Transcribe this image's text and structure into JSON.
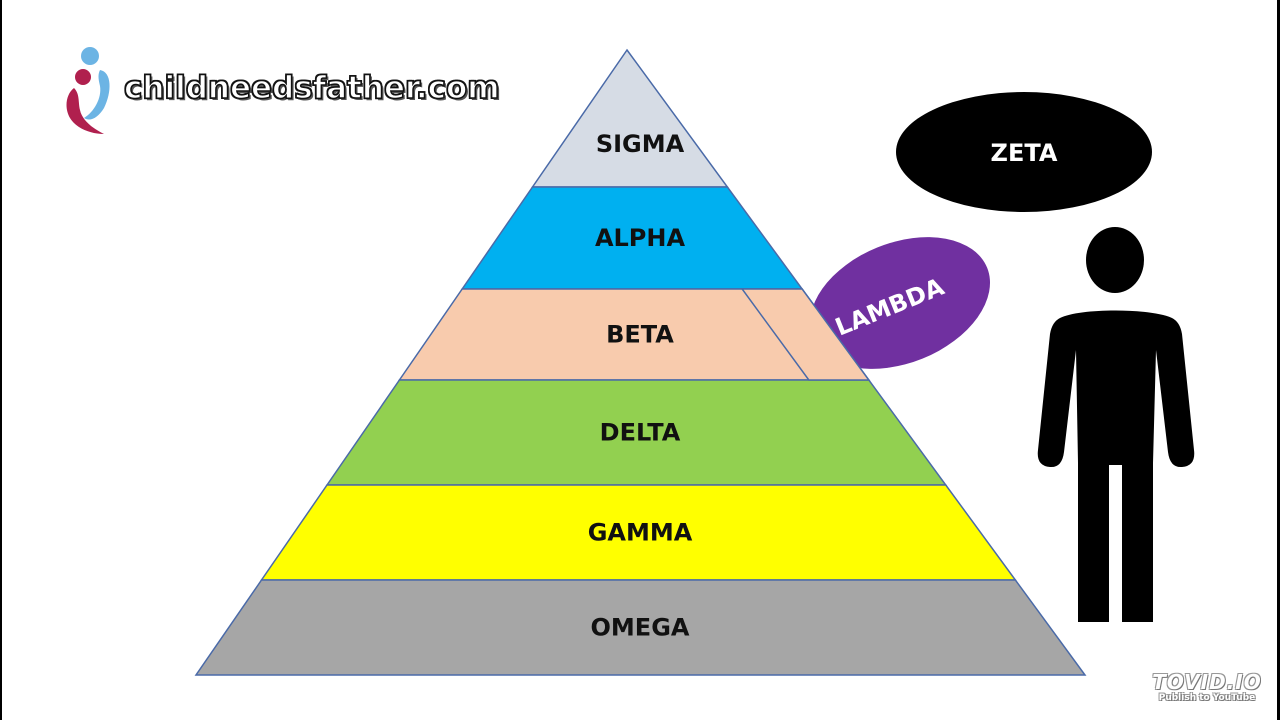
{
  "logo": {
    "text": "childneedsfather.com",
    "colors": {
      "blue": "#6cb4e4",
      "crimson": "#b0204e"
    }
  },
  "pyramid": {
    "outline_color": "#4a6aa8",
    "layers": [
      {
        "label": "SIGMA",
        "color": "#d6dce5"
      },
      {
        "label": "ALPHA",
        "color": "#00b0f0"
      },
      {
        "label": "BETA",
        "color": "#f8cbad"
      },
      {
        "label": "DELTA",
        "color": "#92d050"
      },
      {
        "label": "GAMMA",
        "color": "#ffff00"
      },
      {
        "label": "OMEGA",
        "color": "#a6a6a6"
      }
    ]
  },
  "side_labels": {
    "zeta": {
      "label": "ZETA",
      "color": "#000000"
    },
    "lambda": {
      "label": "LAMBDA",
      "color": "#7030a0"
    }
  },
  "figure": {
    "icon": "person-icon",
    "color": "#000000"
  },
  "watermark": {
    "title": "TOVID.IO",
    "subtitle": "Publish to YouTube"
  }
}
